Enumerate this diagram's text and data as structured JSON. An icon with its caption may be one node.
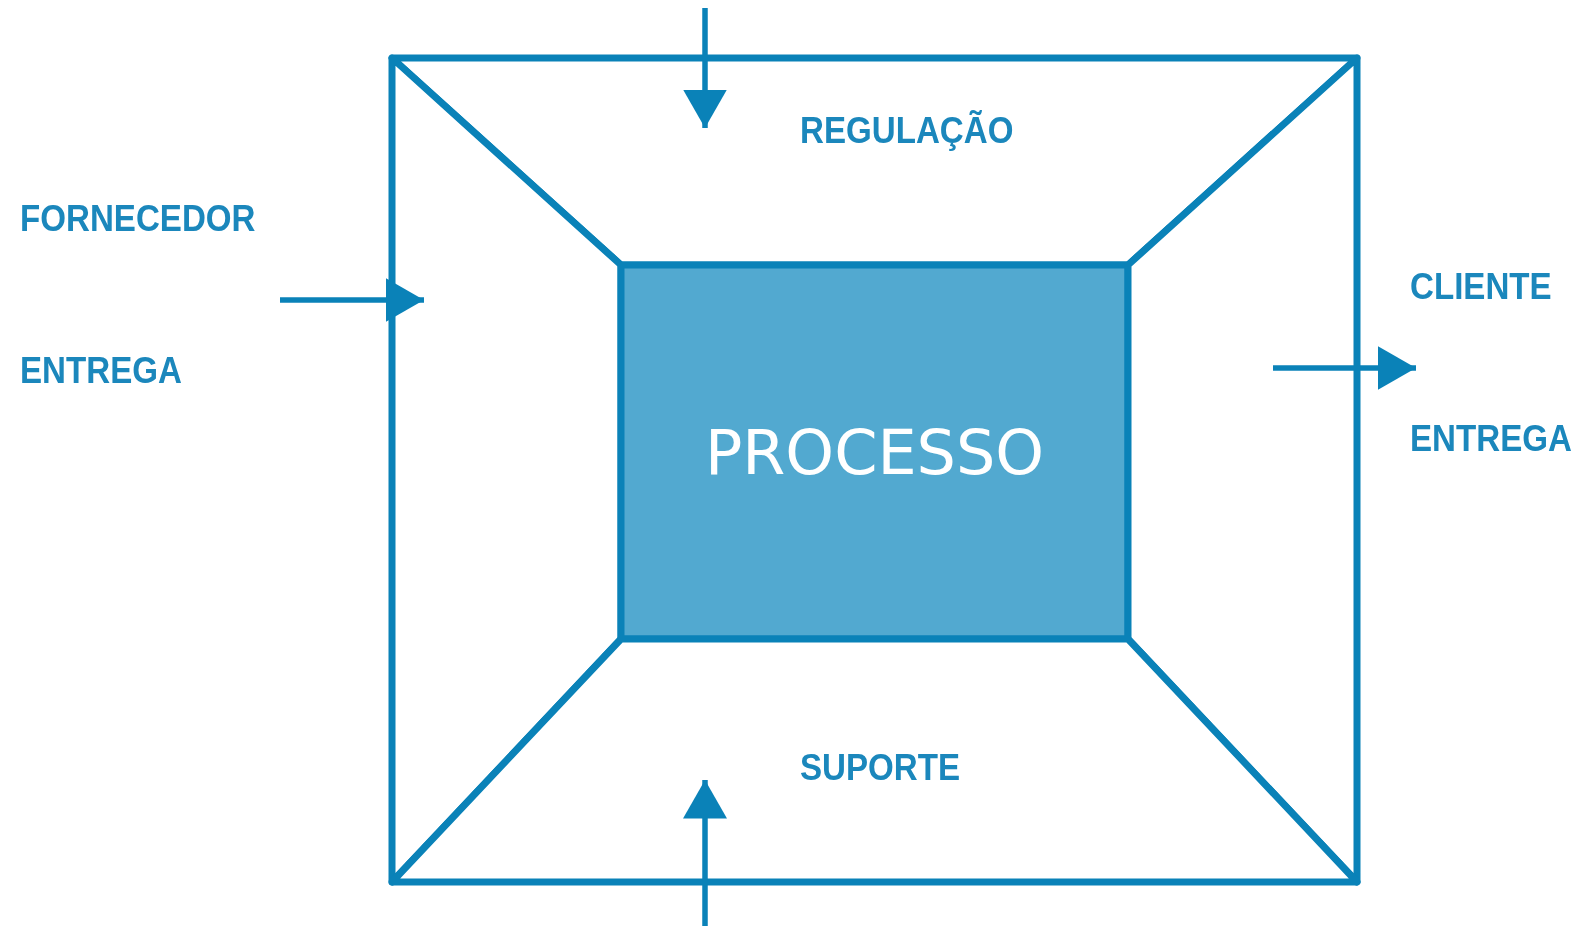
{
  "diagram": {
    "nodes": [
      {
        "text": [
          "REGULAÇÃO"
        ]
      },
      {
        "text": [],
        "shape": "trapezoid"
      },
      {
        "text": [
          "PROCESSO"
        ]
      },
      {
        "text": [],
        "shape": "trapezoid"
      },
      {
        "text": [
          "SUPORTE"
        ]
      }
    ],
    "edges": [
      {
        "from": null,
        "to": 0,
        "arrow": "to"
      },
      {
        "from": null,
        "to": 1,
        "arrow": "to"
      },
      {
        "from": 3,
        "to": null,
        "arrow": "to"
      },
      {
        "from": null,
        "to": 4,
        "arrow": "to"
      }
    ],
    "labels": [
      "FORNECEDOR",
      "CLIENTE",
      "ENTREGA",
      "ENTREGA"
    ]
  }
}
